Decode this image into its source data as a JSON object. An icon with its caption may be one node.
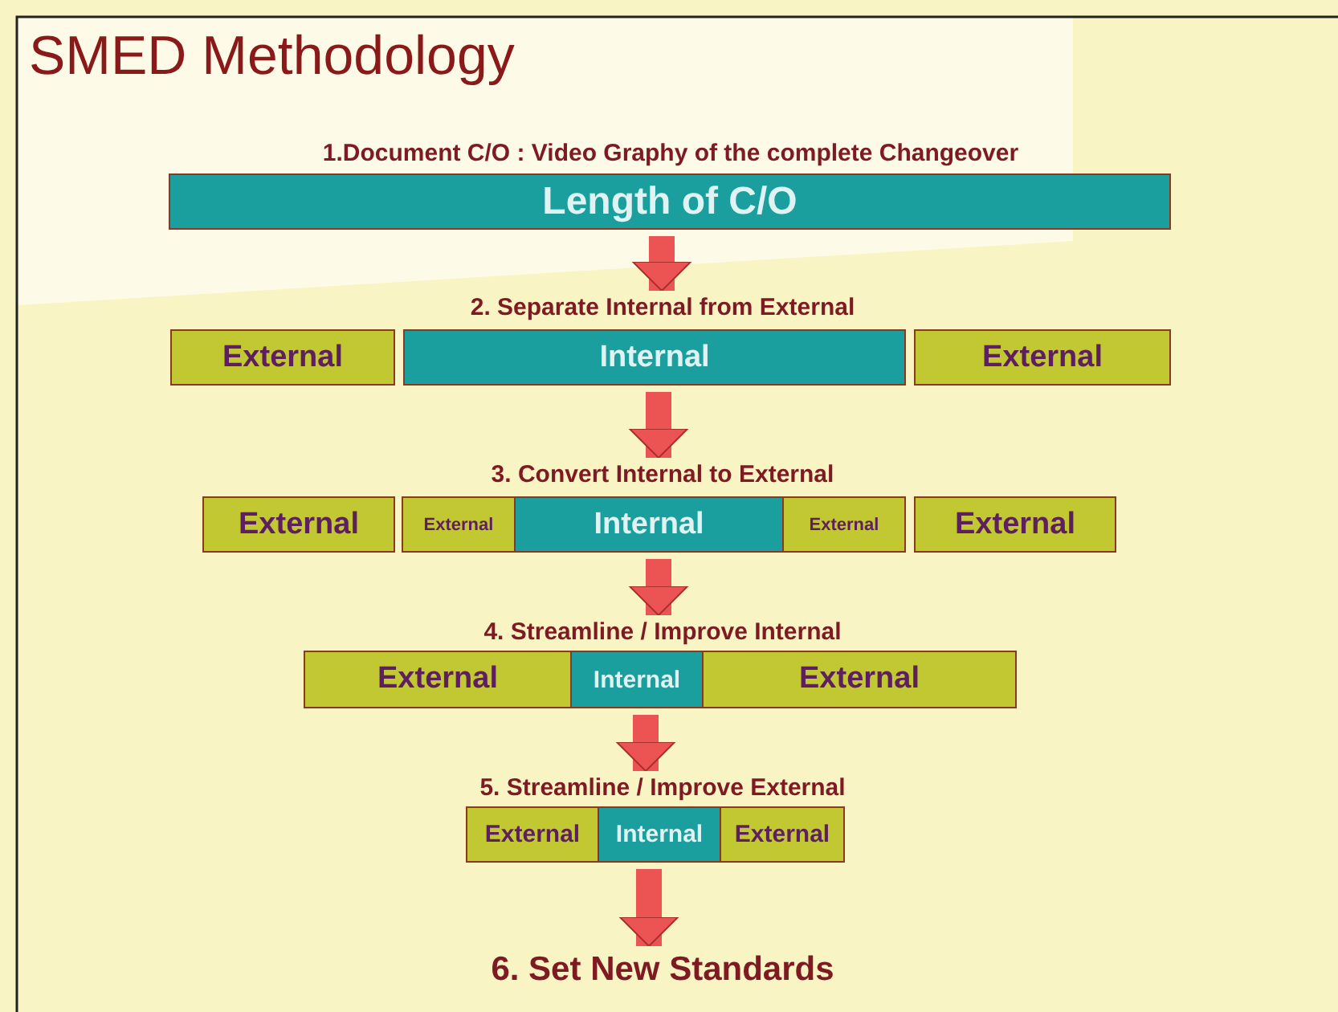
{
  "diagram": {
    "title": "SMED Methodology",
    "nodes": [
      {
        "text": [
          "1.Document C/O : Video Graphy of the complete Changeover"
        ]
      },
      {
        "text": [
          "Length of C/O"
        ]
      },
      {
        "text": [
          "2. Separate Internal from External"
        ]
      },
      {
        "text": [
          "External"
        ]
      },
      {
        "text": [
          "Internal"
        ]
      },
      {
        "text": [
          "External"
        ]
      },
      {
        "text": [
          "3. Convert Internal to External"
        ]
      },
      {
        "text": [
          "External"
        ]
      },
      {
        "text": [
          "External"
        ]
      },
      {
        "text": [
          "Internal"
        ]
      },
      {
        "text": [
          "External"
        ]
      },
      {
        "text": [
          "External"
        ]
      },
      {
        "text": [
          "4. Streamline / Improve Internal"
        ]
      },
      {
        "text": [
          "External"
        ]
      },
      {
        "text": [
          "Internal"
        ]
      },
      {
        "text": [
          "External"
        ]
      },
      {
        "text": [
          "5. Streamline / Improve External"
        ]
      },
      {
        "text": [
          "External"
        ]
      },
      {
        "text": [
          "Internal"
        ]
      },
      {
        "text": [
          "External"
        ]
      },
      {
        "text": [
          "6. Set New Standards"
        ]
      }
    ],
    "edges": [
      {
        "from": 1,
        "to": 2,
        "arrow": "to"
      },
      {
        "from": 4,
        "to": 6,
        "arrow": "to"
      },
      {
        "from": 9,
        "to": 12,
        "arrow": "to"
      },
      {
        "from": 14,
        "to": 16,
        "arrow": "to"
      },
      {
        "from": 18,
        "to": 20,
        "arrow": "to"
      }
    ]
  }
}
